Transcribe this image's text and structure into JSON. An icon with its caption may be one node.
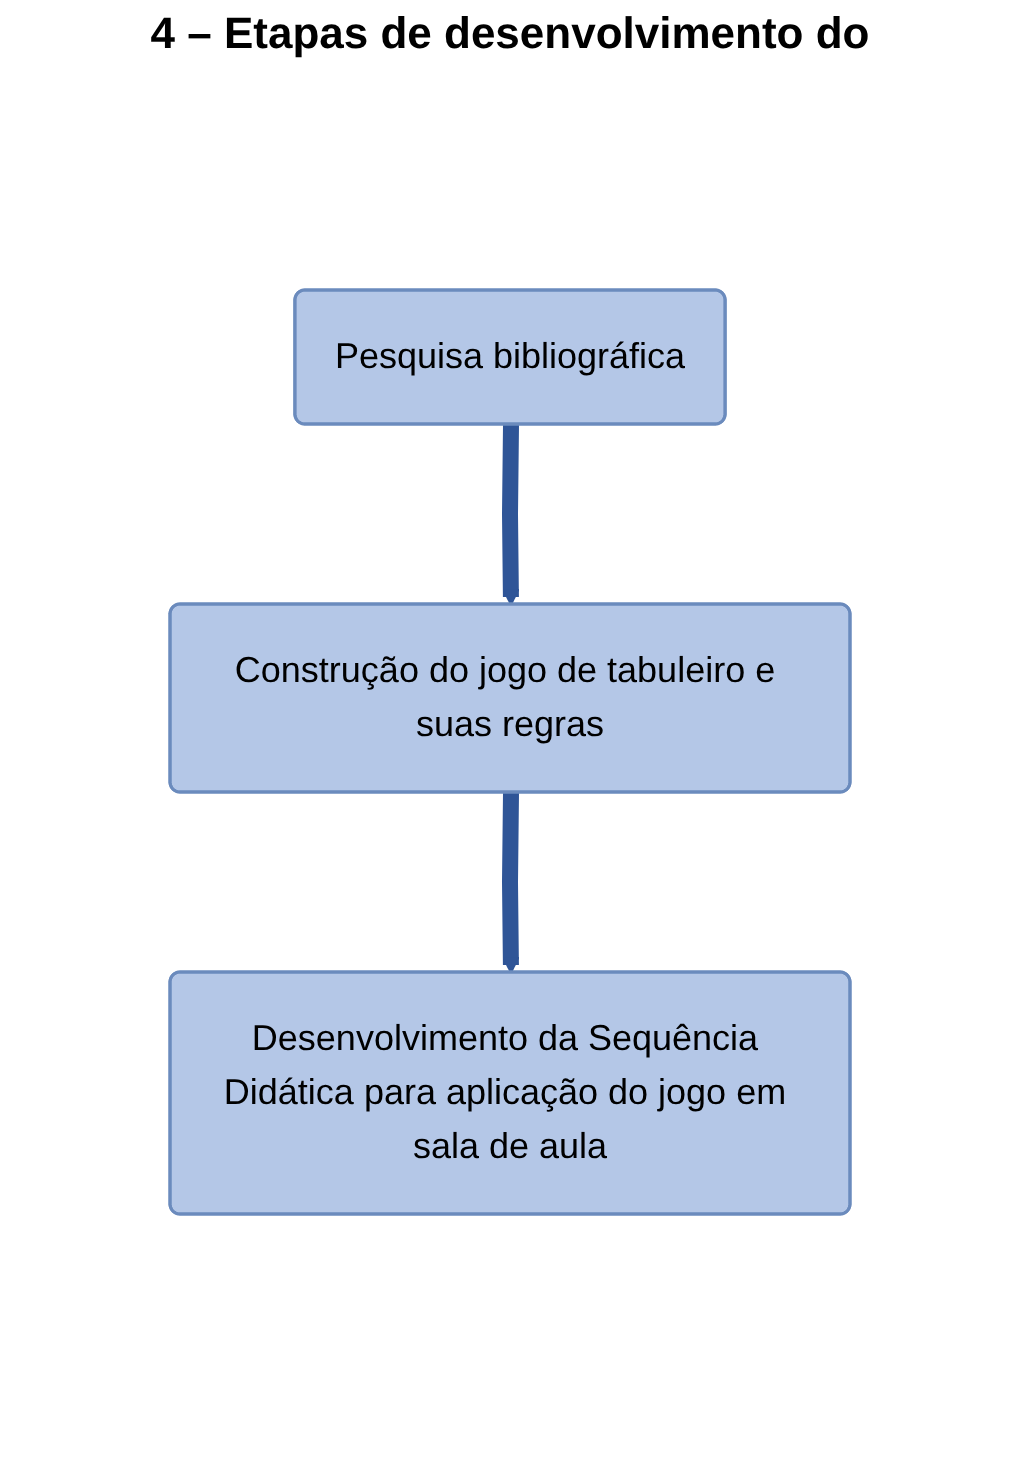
{
  "diagram": {
    "title": "4 – Etapas de desenvolvimento do",
    "nodes": [
      {
        "text": [
          "Pesquisa bibliográfica"
        ]
      },
      {
        "text": [
          "Construção do jogo de tabuleiro e suas regras"
        ]
      },
      {
        "text": [
          "Desenvolvimento da Sequência Didática para aplicação do jogo em sala de aula"
        ]
      }
    ],
    "edges": [
      {
        "from": 0,
        "to": 1,
        "arrow": "to"
      },
      {
        "from": 1,
        "to": 2,
        "arrow": "to"
      }
    ]
  }
}
